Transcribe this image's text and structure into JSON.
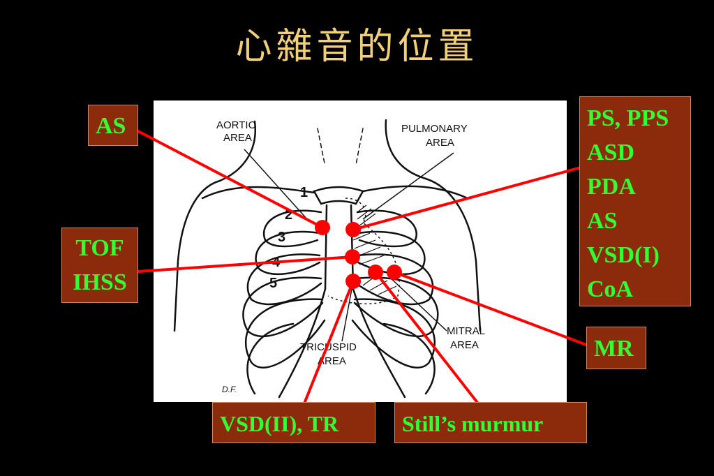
{
  "title": "心雜音的位置",
  "diagram": {
    "aortic_area": [
      "AORTIC",
      "AREA"
    ],
    "pulmonary_area": [
      "PULMONARY",
      "AREA"
    ],
    "tricuspid_area": [
      "TRICUSPID",
      "AREA"
    ],
    "mitral_area": [
      "MITRAL",
      "AREA"
    ],
    "rib_numbers": [
      "1",
      "2",
      "3",
      "4",
      "5"
    ],
    "signature": "D.F."
  },
  "labels": {
    "aortic": [
      "AS"
    ],
    "pulmonic": [
      "PS, PPS",
      "ASD",
      "PDA",
      "AS",
      "VSD(I)",
      "CoA"
    ],
    "left_sternal": [
      "TOF",
      "IHSS"
    ],
    "mitral": [
      "MR"
    ],
    "tricuspid": [
      "VSD(II), TR"
    ],
    "still": [
      "Still’s murmur"
    ]
  },
  "colors": {
    "background": "#000000",
    "title": "#f2d07a",
    "label_fill": "#8b2b0c",
    "label_text": "#33ff33",
    "pointer": "#ff0000"
  }
}
